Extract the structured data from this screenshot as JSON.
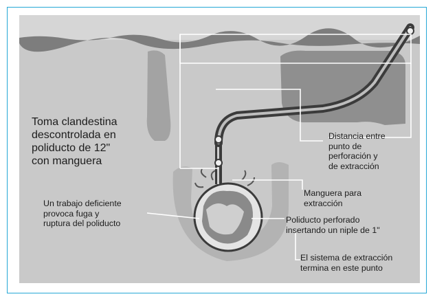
{
  "title": "Toma clandestina\ndescontrolada en\npoliducto de 12\"\ncon manguera",
  "labels": {
    "distancia": "Distancia entre\npunto de\nperforación y\nde extracción",
    "manguera": "Manguera para\nextracción",
    "poliducto": "Poliducto perforado\ninsertando un niple de 1\"",
    "sistema": "El sistema de extracción\ntermina en este punto",
    "trabajo": "Un trabajo deficiente\nprovoca fuga y\nruptura del poliducto"
  },
  "colors": {
    "frame_border": "#23a7d6",
    "soil": "#c9c9c9",
    "trench": "#9a9a9a",
    "pipe": "#3b3b3b",
    "leader_lines": "#ffffff"
  }
}
